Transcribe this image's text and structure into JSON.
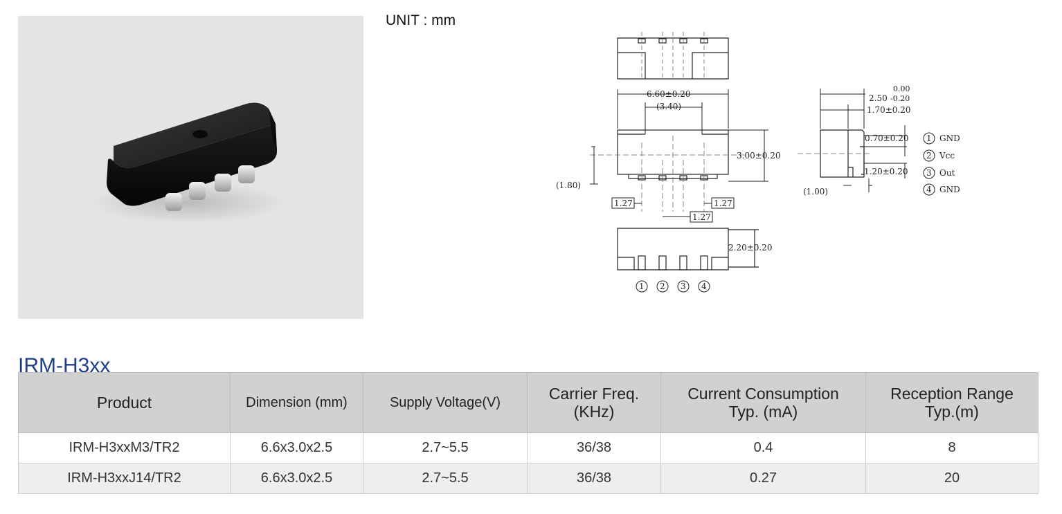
{
  "unit_label": "UNIT : mm",
  "product_title": "IRM-H3xx",
  "drawing": {
    "dim_width": "6.60±0.20",
    "dim_pitch_center": "(3.40)",
    "dim_height": "3.00±0.20",
    "dim_left_offset": "(1.80)",
    "pitch_left": "1.27",
    "pitch_right": "1.27",
    "pitch_center": "1.27",
    "dim_thickness": "2.20±0.20",
    "side_top_tol_upper": "0.00",
    "side_top_value": "2.50",
    "side_top_tol_lower": "-0.20",
    "side_inner": "1.70±0.20",
    "side_lens": "0.70±0.20",
    "side_lower": "1.20±0.20",
    "side_bottom": "(1.00)",
    "pin_numbers": [
      "1",
      "2",
      "3",
      "4"
    ],
    "pins": [
      {
        "num": "1",
        "name": "GND"
      },
      {
        "num": "2",
        "name": "Vcc"
      },
      {
        "num": "3",
        "name": "Out"
      },
      {
        "num": "4",
        "name": "GND"
      }
    ]
  },
  "table": {
    "headers": [
      [
        "Product"
      ],
      [
        "Dimension (mm)"
      ],
      [
        "Supply Voltage(V)"
      ],
      [
        "Carrier Freq.",
        "(KHz)"
      ],
      [
        "Current Consumption",
        "Typ. (mA)"
      ],
      [
        "Reception Range",
        "Typ.(m)"
      ]
    ],
    "rows": [
      [
        "IRM-H3xxM3/TR2",
        "6.6x3.0x2.5",
        "2.7~5.5",
        "36/38",
        "0.4",
        "8"
      ],
      [
        "IRM-H3xxJ14/TR2",
        "6.6x3.0x2.5",
        "2.7~5.5",
        "36/38",
        "0.27",
        "20"
      ]
    ]
  }
}
